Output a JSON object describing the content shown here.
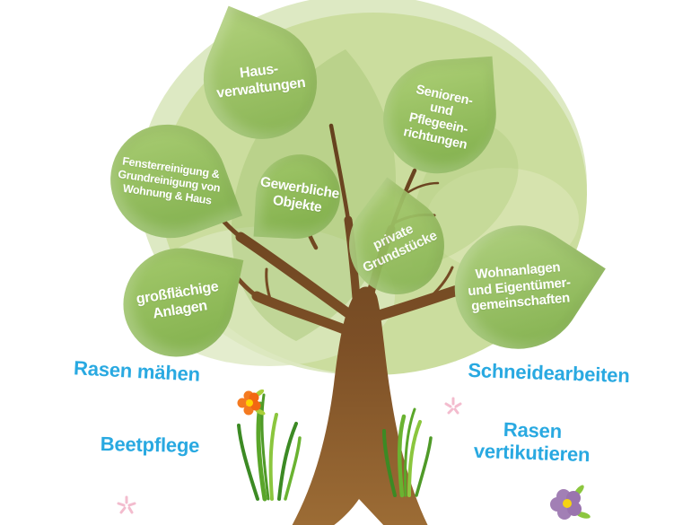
{
  "illustration": {
    "title": "Service tree illustration",
    "leaves": [
      {
        "id": "hausverwaltungen",
        "label": "Haus-\nverwaltungen"
      },
      {
        "id": "senioren",
        "label": "Senioren-\nund\nPflegeein-\nrichtungen"
      },
      {
        "id": "fensterreinigung",
        "label": "Fensterreinigung &\nGrundreinigung von\nWohnung & Haus"
      },
      {
        "id": "gewerbliche-objekte",
        "label": "Gewerbliche\nObjekte"
      },
      {
        "id": "private-grundstuecke",
        "label": "private\nGrundstücke"
      },
      {
        "id": "wohnanlagen",
        "label": "Wohnanlagen\nund Eigentümer-\ngemeinschaften"
      },
      {
        "id": "grossflaechige",
        "label": "großflächige\nAnlagen"
      }
    ],
    "ground_labels": [
      {
        "id": "rasen-maehen",
        "label": "Rasen mähen"
      },
      {
        "id": "beetpflege",
        "label": "Beetpflege"
      },
      {
        "id": "schneidearbeiten",
        "label": "Schneidearbeiten"
      },
      {
        "id": "rasen-vertikutieren",
        "label": "Rasen\nvertikutieren"
      }
    ],
    "colors": {
      "crown_back": "#dde9c3",
      "crown_main": "#cbdd9e",
      "leaf_light": "#aed077",
      "leaf_dark": "#7fae4a",
      "trunk_top": "#6b4220",
      "trunk_bottom": "#9c6c35",
      "label_blue": "#29a9e1",
      "label_text": "#ffffff",
      "grass_dark": "#3c8a24",
      "grass_mid": "#63b02d",
      "grass_light": "#8bc63e",
      "flower_orange": "#f47a20",
      "flower_purple": "#a27fb5",
      "flower_center": "#f5d312",
      "sparkle_pink": "#f3bcce"
    }
  }
}
